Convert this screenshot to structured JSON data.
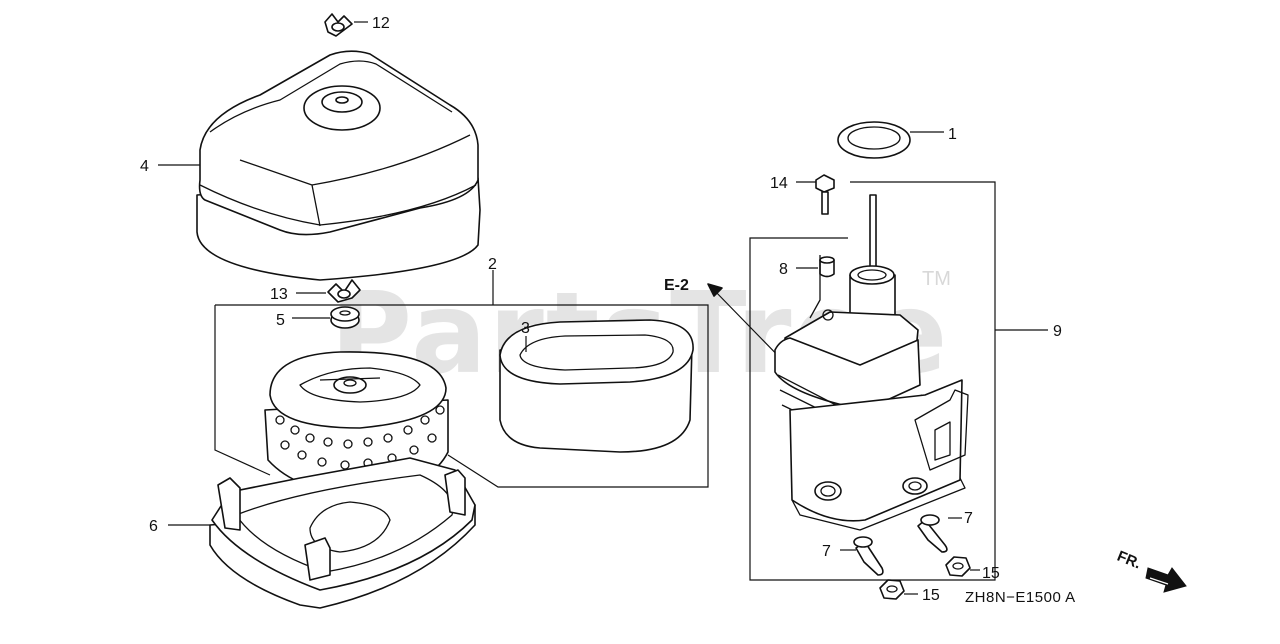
{
  "watermark": {
    "text": "PartsTree",
    "tm": "TM"
  },
  "labels": {
    "p1": "1",
    "p2": "2",
    "p3": "3",
    "p4": "4",
    "p5": "5",
    "p6": "6",
    "p7a": "7",
    "p7b": "7",
    "p8": "8",
    "p9": "9",
    "p12": "12",
    "p13": "13",
    "p14": "14",
    "p15a": "15",
    "p15b": "15"
  },
  "ref": "E-2",
  "direction": "FR.",
  "diagram_code": "ZH8N−E1500 A"
}
